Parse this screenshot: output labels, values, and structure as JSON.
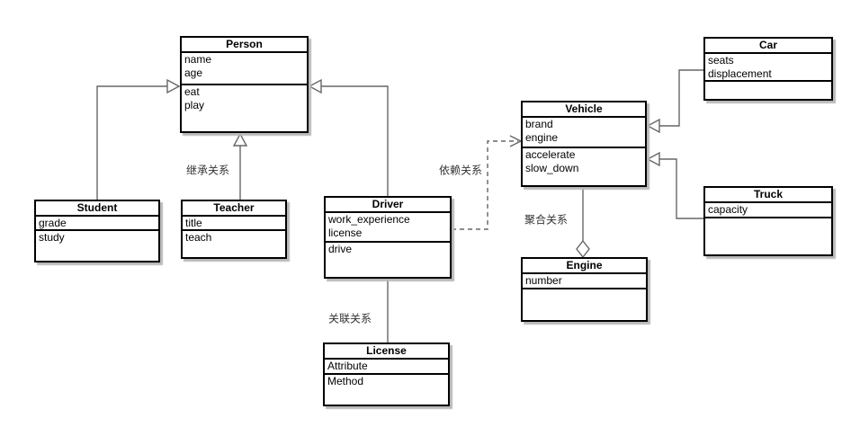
{
  "diagram": {
    "type": "uml-class-diagram",
    "classes": [
      {
        "id": "person",
        "name": "Person",
        "attributes": [
          "name",
          "age"
        ],
        "methods": [
          "eat",
          "play"
        ]
      },
      {
        "id": "student",
        "name": "Student",
        "attributes": [
          "grade"
        ],
        "methods": [
          "study"
        ]
      },
      {
        "id": "teacher",
        "name": "Teacher",
        "attributes": [
          "title"
        ],
        "methods": [
          "teach"
        ]
      },
      {
        "id": "driver",
        "name": "Driver",
        "attributes": [
          "work_experience",
          "license"
        ],
        "methods": [
          "drive"
        ]
      },
      {
        "id": "license",
        "name": "License",
        "attributes": [
          "Attribute"
        ],
        "methods": [
          "Method"
        ]
      },
      {
        "id": "vehicle",
        "name": "Vehicle",
        "attributes": [
          "brand",
          "engine"
        ],
        "methods": [
          "accelerate",
          "slow_down"
        ]
      },
      {
        "id": "engine",
        "name": "Engine",
        "attributes": [
          "number"
        ],
        "methods": []
      },
      {
        "id": "car",
        "name": "Car",
        "attributes": [
          "seats",
          "displacement"
        ],
        "methods": []
      },
      {
        "id": "truck",
        "name": "Truck",
        "attributes": [
          "capacity"
        ],
        "methods": []
      }
    ],
    "edge_labels": {
      "inheritance": "继承关系",
      "dependency": "依赖关系",
      "aggregation": "聚合关系",
      "association": "关联关系"
    },
    "edges": [
      {
        "from": "Student",
        "to": "Person",
        "kind": "generalization"
      },
      {
        "from": "Teacher",
        "to": "Person",
        "kind": "generalization"
      },
      {
        "from": "Driver",
        "to": "Person",
        "kind": "generalization"
      },
      {
        "from": "Driver",
        "to": "License",
        "kind": "association"
      },
      {
        "from": "Driver",
        "to": "Vehicle",
        "kind": "dependency"
      },
      {
        "from": "Vehicle",
        "to": "Engine",
        "kind": "aggregation"
      },
      {
        "from": "Car",
        "to": "Vehicle",
        "kind": "generalization"
      },
      {
        "from": "Truck",
        "to": "Vehicle",
        "kind": "generalization"
      }
    ],
    "colors": {
      "line": "#666666",
      "border": "#000000",
      "label": "#333333",
      "shadow": "#b9b9b9",
      "background": "#ffffff"
    }
  }
}
